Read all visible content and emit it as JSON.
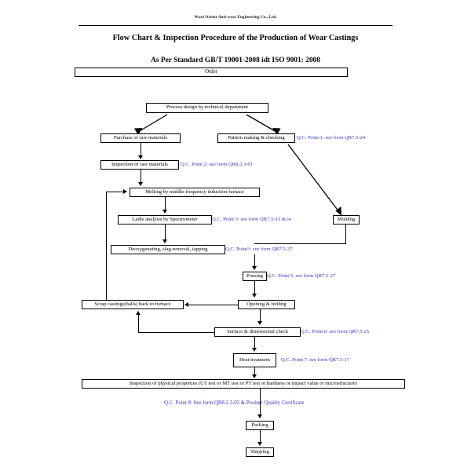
{
  "header": {
    "company": "Wuxi Orient Anti-wear Engineering Co., Ltd.",
    "title": "Flow Chart & Inspection Procedure of the Production of Wear Castings",
    "subtitle": "As Per Standard GB/T 19001-2008 idt ISO 9001: 2008"
  },
  "nodes": {
    "order": "Order",
    "process_design": "Process design by technical department",
    "purchase": "Purchase of raw materials",
    "pattern_making": "Pattern making & checking",
    "inspection_raw": "Inspection of raw materials",
    "melting": "Melting by middle-frequency induction furnace",
    "ladle_analysis": "Ladle analysis by Spectrometer",
    "molding": "Molding",
    "deoxygenating": "Deoxygenating, slag-removal, tapping",
    "pouring": "Pouring",
    "scrap": "Scrap castings(balls) back to furnace",
    "opening": "Opening & fettling",
    "surface_check": "Surface & dimensional check",
    "heat_treatment": "Heat treatment",
    "physical_inspection": "Inspection of physical properties (UT test or MT test or PT test or hardness or impact value or microstructure)",
    "packing": "Packing",
    "shipping": "Shipping"
  },
  "qc_points": {
    "p1": "Q.C. Point 1: see form QR7.5-24",
    "p2": "Q.C. Point 2: see form QR8.2.3-01",
    "p3": "Q.C. Point 3: see form QR7.5-13 &14",
    "p4": "Q.C. Point3: see form QR7.5-27",
    "p5": "Q.C. Point 5: see form QR7.5-27",
    "p6": "Q.C. Point 6: see form QR7.5-25",
    "p7": "Q.C. Point 7: see form QR7.5-17",
    "p8": "Q.C. Point 8: See form QR8.2.3-05 & Product Quality Certificate"
  },
  "colors": {
    "qc_text": "#3333cc",
    "box_border": "#000000",
    "background": "#ffffff"
  }
}
